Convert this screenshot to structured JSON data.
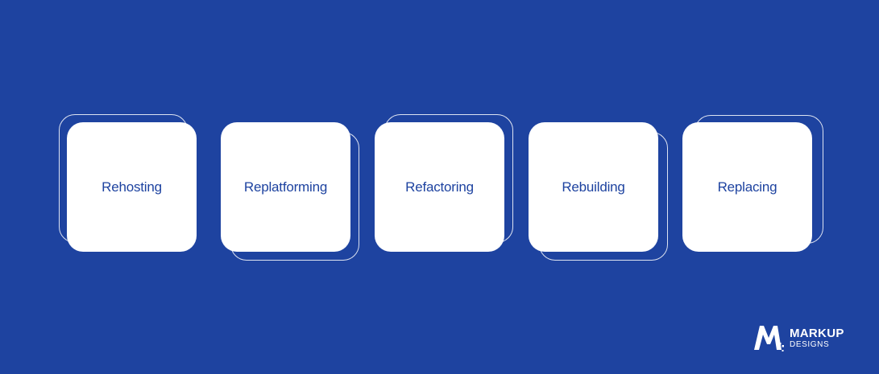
{
  "steps": [
    {
      "label": "Rehosting"
    },
    {
      "label": "Replatforming"
    },
    {
      "label": "Refactoring"
    },
    {
      "label": "Rebuilding"
    },
    {
      "label": "Replacing"
    }
  ],
  "brand": {
    "name": "MARKUP",
    "sub": "DESIGNS",
    "icon": "m-letter-icon"
  },
  "colors": {
    "background": "#1e43a0",
    "card": "#ffffff",
    "text": "#1e43a0"
  }
}
